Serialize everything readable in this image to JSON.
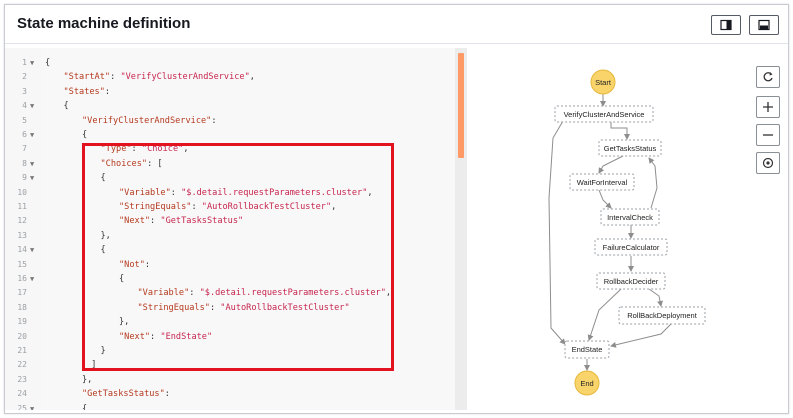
{
  "panel": {
    "title": "State machine definition"
  },
  "toolbar": {
    "split_view_icon": "split-panel-icon",
    "bottom_view_icon": "bottom-panel-icon"
  },
  "editor": {
    "lines": [
      {
        "n": "1",
        "fold": true,
        "indent": 0,
        "tokens": [
          {
            "t": "{",
            "c": "punct"
          }
        ]
      },
      {
        "n": "2",
        "fold": false,
        "indent": 1,
        "tokens": [
          {
            "t": "\"StartAt\"",
            "c": "key"
          },
          {
            "t": ": ",
            "c": "punct"
          },
          {
            "t": "\"VerifyClusterAndService\"",
            "c": "str"
          },
          {
            "t": ",",
            "c": "punct"
          }
        ]
      },
      {
        "n": "3",
        "fold": false,
        "indent": 1,
        "tokens": [
          {
            "t": "\"States\"",
            "c": "key"
          },
          {
            "t": ":",
            "c": "punct"
          }
        ]
      },
      {
        "n": "4",
        "fold": true,
        "indent": 1,
        "tokens": [
          {
            "t": "{",
            "c": "punct"
          }
        ]
      },
      {
        "n": "5",
        "fold": false,
        "indent": 2,
        "tokens": [
          {
            "t": "\"VerifyClusterAndService\"",
            "c": "key"
          },
          {
            "t": ":",
            "c": "punct"
          }
        ]
      },
      {
        "n": "6",
        "fold": true,
        "indent": 2,
        "tokens": [
          {
            "t": "{",
            "c": "punct"
          }
        ]
      },
      {
        "n": "7",
        "fold": false,
        "indent": 3,
        "tokens": [
          {
            "t": "\"Type\"",
            "c": "key"
          },
          {
            "t": ": ",
            "c": "punct"
          },
          {
            "t": "\"Choice\"",
            "c": "str"
          },
          {
            "t": ",",
            "c": "punct"
          }
        ]
      },
      {
        "n": "8",
        "fold": true,
        "indent": 3,
        "tokens": [
          {
            "t": "\"Choices\"",
            "c": "key"
          },
          {
            "t": ": [",
            "c": "punct"
          }
        ]
      },
      {
        "n": "9",
        "fold": true,
        "indent": 3,
        "tokens": [
          {
            "t": "{",
            "c": "punct"
          }
        ]
      },
      {
        "n": "10",
        "fold": false,
        "indent": 4,
        "tokens": [
          {
            "t": "\"Variable\"",
            "c": "key"
          },
          {
            "t": ": ",
            "c": "punct"
          },
          {
            "t": "\"$.detail.requestParameters.cluster\"",
            "c": "str"
          },
          {
            "t": ",",
            "c": "punct"
          }
        ]
      },
      {
        "n": "11",
        "fold": false,
        "indent": 4,
        "tokens": [
          {
            "t": "\"StringEquals\"",
            "c": "key"
          },
          {
            "t": ": ",
            "c": "punct"
          },
          {
            "t": "\"AutoRollbackTestCluster\"",
            "c": "str"
          },
          {
            "t": ",",
            "c": "punct"
          }
        ]
      },
      {
        "n": "12",
        "fold": false,
        "indent": 4,
        "tokens": [
          {
            "t": "\"Next\"",
            "c": "key"
          },
          {
            "t": ": ",
            "c": "punct"
          },
          {
            "t": "\"GetTasksStatus\"",
            "c": "str"
          }
        ]
      },
      {
        "n": "13",
        "fold": false,
        "indent": 3,
        "tokens": [
          {
            "t": "},",
            "c": "punct"
          }
        ]
      },
      {
        "n": "14",
        "fold": true,
        "indent": 3,
        "tokens": [
          {
            "t": "{",
            "c": "punct"
          }
        ]
      },
      {
        "n": "15",
        "fold": false,
        "indent": 4,
        "tokens": [
          {
            "t": "\"Not\"",
            "c": "key"
          },
          {
            "t": ":",
            "c": "punct"
          }
        ]
      },
      {
        "n": "16",
        "fold": true,
        "indent": 4,
        "tokens": [
          {
            "t": "{",
            "c": "punct"
          }
        ]
      },
      {
        "n": "17",
        "fold": false,
        "indent": 5,
        "tokens": [
          {
            "t": "\"Variable\"",
            "c": "key"
          },
          {
            "t": ": ",
            "c": "punct"
          },
          {
            "t": "\"$.detail.requestParameters.cluster\"",
            "c": "str"
          },
          {
            "t": ",",
            "c": "punct"
          }
        ]
      },
      {
        "n": "18",
        "fold": false,
        "indent": 5,
        "tokens": [
          {
            "t": "\"StringEquals\"",
            "c": "key"
          },
          {
            "t": ": ",
            "c": "punct"
          },
          {
            "t": "\"AutoRollbackTestCluster\"",
            "c": "str"
          }
        ]
      },
      {
        "n": "19",
        "fold": false,
        "indent": 4,
        "tokens": [
          {
            "t": "},",
            "c": "punct"
          }
        ]
      },
      {
        "n": "20",
        "fold": false,
        "indent": 4,
        "tokens": [
          {
            "t": "\"Next\"",
            "c": "key"
          },
          {
            "t": ": ",
            "c": "punct"
          },
          {
            "t": "\"EndState\"",
            "c": "str"
          }
        ]
      },
      {
        "n": "21",
        "fold": false,
        "indent": 3,
        "tokens": [
          {
            "t": "}",
            "c": "punct"
          }
        ]
      },
      {
        "n": "22",
        "fold": false,
        "indent": 2.5,
        "tokens": [
          {
            "t": "]",
            "c": "punct"
          }
        ]
      },
      {
        "n": "23",
        "fold": false,
        "indent": 2,
        "tokens": [
          {
            "t": "},",
            "c": "punct"
          }
        ]
      },
      {
        "n": "24",
        "fold": false,
        "indent": 2,
        "tokens": [
          {
            "t": "\"GetTasksStatus\"",
            "c": "key"
          },
          {
            "t": ":",
            "c": "punct"
          }
        ]
      },
      {
        "n": "25",
        "fold": true,
        "indent": 2,
        "tokens": [
          {
            "t": "{",
            "c": "punct"
          }
        ]
      }
    ]
  },
  "graph": {
    "nodes": {
      "start": "Start",
      "verify": "VerifyClusterAndService",
      "get_tasks": "GetTasksStatus",
      "wait": "WaitForInterval",
      "interval": "IntervalCheck",
      "failure": "FailureCalculator",
      "rollback_decider": "RollbackDecider",
      "rollback_deploy": "RollBackDeployment",
      "end_state": "EndState",
      "end": "End"
    },
    "colors": {
      "terminal_fill": "#f9d46b",
      "terminal_stroke": "#e6b73b"
    },
    "controls": {
      "refresh_icon": "refresh-icon",
      "zoom_in_icon": "zoom-in-icon",
      "zoom_out_icon": "zoom-out-icon",
      "center_icon": "center-icon"
    }
  }
}
